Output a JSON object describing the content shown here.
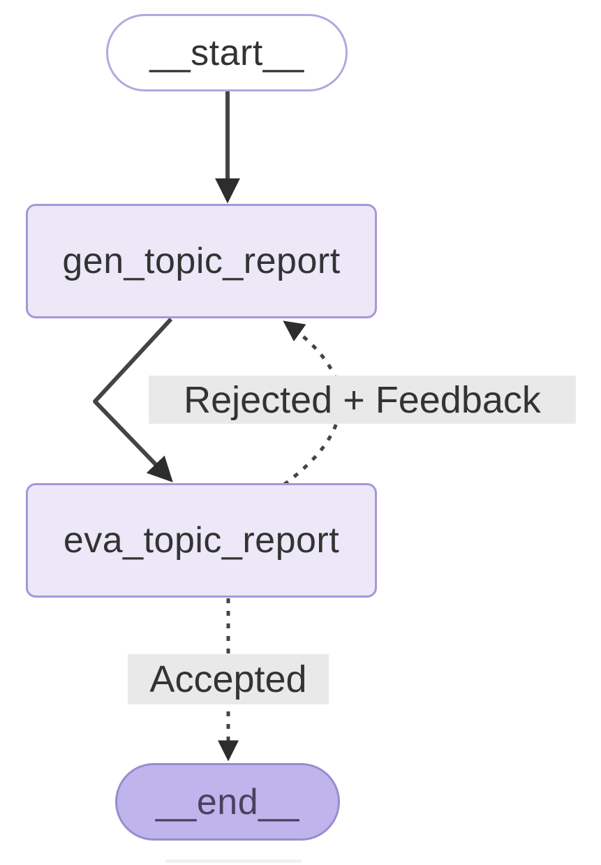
{
  "diagram": {
    "nodes": {
      "start": {
        "label": "__start__",
        "shape": "pill"
      },
      "gen": {
        "label": "gen_topic_report",
        "shape": "rect"
      },
      "eva": {
        "label": "eva_topic_report",
        "shape": "rect"
      },
      "end": {
        "label": "__end__",
        "shape": "pill"
      }
    },
    "edges": {
      "start_to_gen": {
        "from": "__start__",
        "to": "gen_topic_report",
        "style": "solid",
        "label": ""
      },
      "gen_to_eva": {
        "from": "gen_topic_report",
        "to": "eva_topic_report",
        "style": "solid",
        "label": ""
      },
      "eva_to_gen": {
        "from": "eva_topic_report",
        "to": "gen_topic_report",
        "style": "dotted",
        "label": "Rejected + Feedback"
      },
      "eva_to_end": {
        "from": "eva_topic_report",
        "to": "__end__",
        "style": "dotted",
        "label": "Accepted"
      }
    },
    "colors": {
      "node_fill": "#ECE8F8",
      "node_border": "#A796D8",
      "start_fill": "#FFFFFF",
      "start_border": "#B3A7DF",
      "end_fill": "#BFB4EC",
      "end_border": "#998CCE",
      "end_text": "#49425F",
      "edge_label_bg": "#E9E9E9",
      "line": "#444444",
      "arrowhead": "#2D2D2D",
      "text": "#333333"
    }
  }
}
